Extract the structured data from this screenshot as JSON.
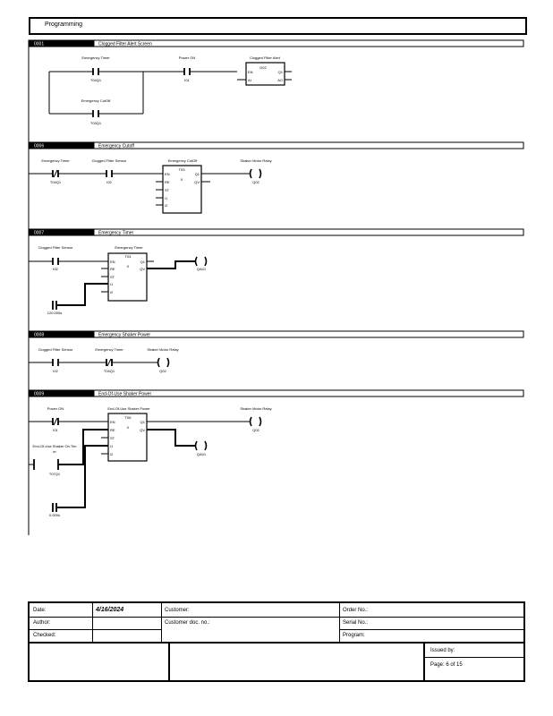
{
  "page_title": "Programming",
  "rungs": [
    {
      "id": "0001",
      "name": "Clogged Filter Alert Screen"
    },
    {
      "id": "0006",
      "name": "Emergency Cutoff"
    },
    {
      "id": "0007",
      "name": "Emergency Timer"
    },
    {
      "id": "0008",
      "name": "Emergency Shaker Power"
    },
    {
      "id": "0009",
      "name": "End-Of-Use Shaker Power"
    }
  ],
  "r1": {
    "c1_top": "Emergency Timer",
    "c1_bot": "T04Q1",
    "c2_top": "Emergency CutOff",
    "c2_bot": "T03Q1",
    "c3_top": "Power ON",
    "c3_bot": "I01",
    "blk_title": "Clogged Filter Alert",
    "blk_name": "D02",
    "pin_en": "EN",
    "pin_ai": "AI",
    "pin_q1": "Q1",
    "pin_ao": "AO"
  },
  "r6": {
    "c1_top": "Emergency Timer",
    "c1_bot": "T04Q1",
    "c2_top": "Clogged Filter Sensor",
    "c2_bot": "I02",
    "blk_title": "Emergency CutOff",
    "blk_name": "T03",
    "blk_x": "X",
    "pins_left": [
      "EN",
      "RE",
      "ST",
      "I1",
      "I2"
    ],
    "pin_q1": "Q1",
    "pin_qv": "QV",
    "coil_top": "Shaker Motor Relay",
    "coil_bot": "Q02"
  },
  "r7": {
    "c1_top": "Clogged Filter Sensor",
    "c1_bot": "I02",
    "blk_title": "Emergency Timer",
    "blk_name": "T04",
    "blk_x": "X",
    "pins_left": [
      "EN",
      "RE",
      "ST",
      "I1",
      "I2"
    ],
    "pin_q1": "Q1",
    "pin_qv": "QV",
    "coil_bot": "QA01",
    "const": "120.000s"
  },
  "r8": {
    "c1_top": "Clogged Filter Sensor",
    "c1_bot": "I02",
    "c2_top": "Emergency Timer",
    "c2_bot": "T04Q1",
    "coil_top": "Shaker Motor Relay",
    "coil_bot": "Q02"
  },
  "r9": {
    "c1_top": "Power ON",
    "c1_bot": "I01",
    "c2_top_1": "End-Of-Use Shaker On Tim",
    "c2_top_2": "er",
    "c2_bot": "T07Q1",
    "blk_title": "End-Of-Use Shaker Power",
    "blk_name": "T06",
    "blk_x": "X",
    "pins_left": [
      "EN",
      "RE",
      "ST",
      "I1",
      "I2"
    ],
    "pin_q1": "Q1",
    "pin_qv": "QV",
    "coil1_top": "Shaker Motor Relay",
    "coil1_bot": "Q02",
    "coil2_bot": "QA01",
    "const": "0.000s"
  },
  "footer": {
    "date_label": "Date:",
    "date_value": "4/16/2024",
    "author_label": "Author:",
    "checked_label": "Checked:",
    "customer_label": "Customer:",
    "customer_doc_label": "Customer doc. no.:",
    "order_label": "Order No.:",
    "serial_label": "Serial No.:",
    "program_label": "Program:",
    "issued_label": "Issued by:",
    "page_label": "Page: 6 of  15"
  }
}
